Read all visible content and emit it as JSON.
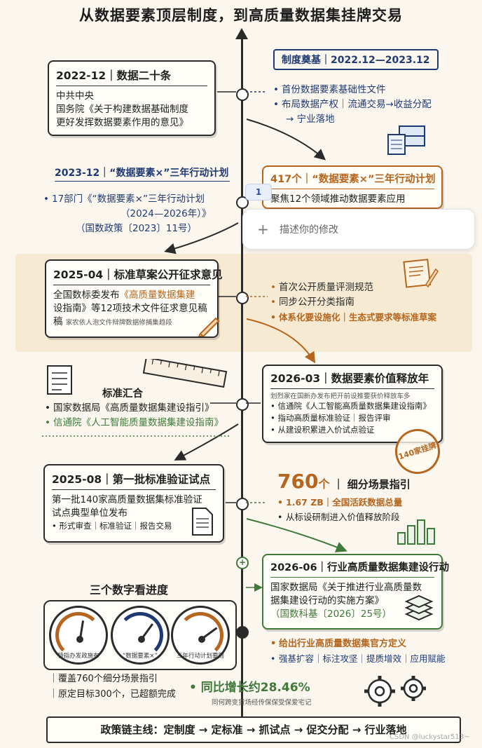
{
  "title": "从数据要素顶层制度，到高质量数据集挂牌交易",
  "section1": {
    "header": "制度奠基｜2022.12—2023.12",
    "card": {
      "head": "2022-12｜数据二十条",
      "line1": "中共中央",
      "line2": "国务院《关于构建数据基础制度",
      "line3": "更好发挥数据要素作用的意见》"
    },
    "notes": [
      "首份数据要素基础性文件",
      "布局数据产权｜流通交易→收益分配",
      "→ 宁业落地"
    ]
  },
  "section2": {
    "header": "2023-12｜“数据要素×”三年行动计划",
    "notes": [
      "17部门《“数据要素×”三年行动计划",
      "（2024—2026年）》",
      "（国数政策〔2023〕11号）"
    ],
    "card": {
      "head": "417个｜“数据要素×”三年行动计划",
      "line1": "聚焦12个领域推动数据要素应用"
    }
  },
  "popup": {
    "badge": "1",
    "placeholder": "描述你的修改"
  },
  "section3": {
    "card": {
      "head": "2025-04｜标准草案公开征求意见",
      "line1a": "全国数标委发布",
      "line1b": "《高质量数据集建",
      "line2": "设指南》等12项技术文件征求意见稿",
      "line3": "稿",
      "line3b": "家农依人泡文件辩牌数据修捕集趋段"
    },
    "notes": [
      "首次公开质量评测规范",
      "同步公开分类指南",
      "体系化要设施化｜生态式要求等标准草案"
    ]
  },
  "section4": {
    "summary_title": "标准汇合",
    "summary_items": [
      "国家数据局《高质量数据集建设指引》",
      "信通院《人工智能质量数据集建设指南》"
    ],
    "card": {
      "head": "2026-03｜数据要素价值释放年",
      "line0": "划烈家在国新办发布把开前设推要获价释放车多",
      "line1": "信通院《人工智能高质量数据集建设指南》",
      "line2": "指动高质量标准验证｜报告评审",
      "line3": "从建设积累进入价试点验证"
    },
    "stamp": "140家挂牌"
  },
  "section5": {
    "card": {
      "head": "2025-08｜第一批标准验证试点",
      "line1": "第一批140家高质量数据集标准验证",
      "line2": "试点典型单位发布",
      "line3": "形式审查｜标准验证｜报告交易"
    },
    "stat": {
      "number": "760",
      "unit": "个",
      "text": "细分场景指引"
    },
    "notes": [
      "1.67 ZB｜全国活跃数据总量",
      "从标设研制进入价值释放阶段"
    ]
  },
  "section6": {
    "card": {
      "head": "2026-06｜行业高质量数据集建设行动",
      "line1": "国家数据局《关于推进行业高质量数",
      "line2": "据集建设行动的实施方案》",
      "line3": "（国数科基〔2026〕25号）"
    },
    "notes": [
      "给出行业高质量数据集官方定义",
      "强基扩容｜标注攻坚｜提质增效｜应用赋能"
    ]
  },
  "metrics": {
    "title": "三个数字看进度",
    "gauges": [
      {
        "label": "特指办发政施布",
        "level": 0.55
      },
      {
        "label": "“数据要素×”",
        "level": 0.7
      },
      {
        "label": "三年行动计划要则",
        "level": 0.8
      }
    ],
    "lines": [
      "覆盖760个细分场景指引",
      "原定目标300个，已超额完成"
    ],
    "growth": "同比增长约28.46%",
    "growth_sub": "同何跨变贷场经传保保受保爱宅记"
  },
  "footer": "政策链主线：定制度 → 定标准 → 抓试点 → 促交分配 → 行业落地",
  "watermark": "CSDN @luckystar513~",
  "colors": {
    "navy": "#1f3a73",
    "orange": "#b5651d",
    "green": "#3f7a3a",
    "band": "#f6ead2"
  }
}
